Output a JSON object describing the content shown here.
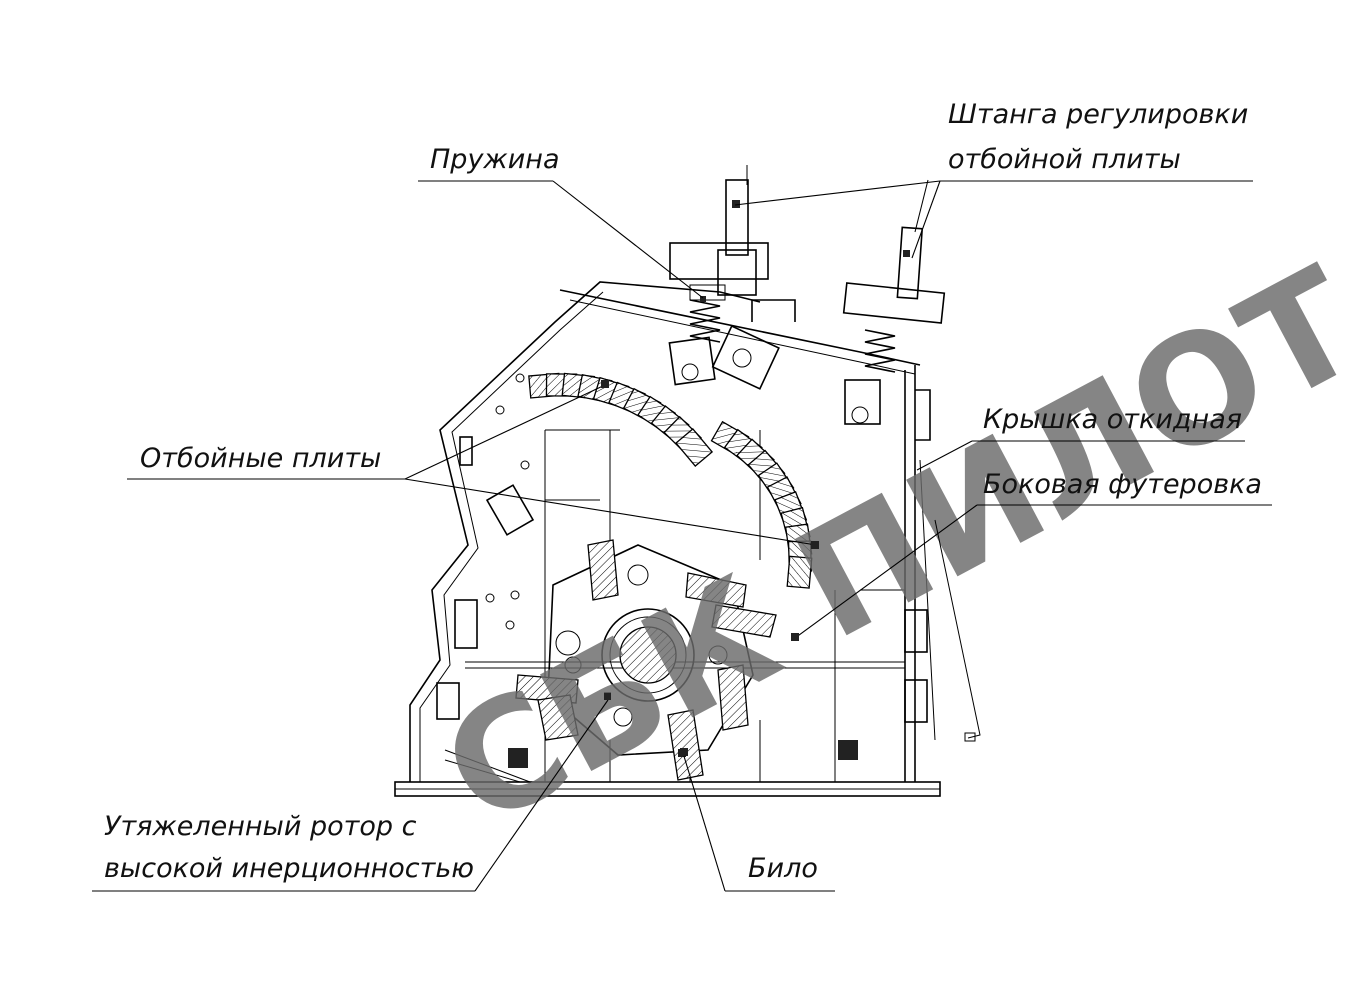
{
  "labels": {
    "rod_line1": "Штанга регулировки",
    "rod_line2": "отбойной плиты",
    "spring": "Пружина",
    "cover": "Крышка откидная",
    "side_lining": "Боковая футеровка",
    "impact_plates": "Отбойные плиты",
    "rotor_line1": "Утяжеленный ротор с",
    "rotor_line2": "высокой инерционностью",
    "hammer": "Било"
  },
  "watermark": "СБК ПИЛОТ"
}
